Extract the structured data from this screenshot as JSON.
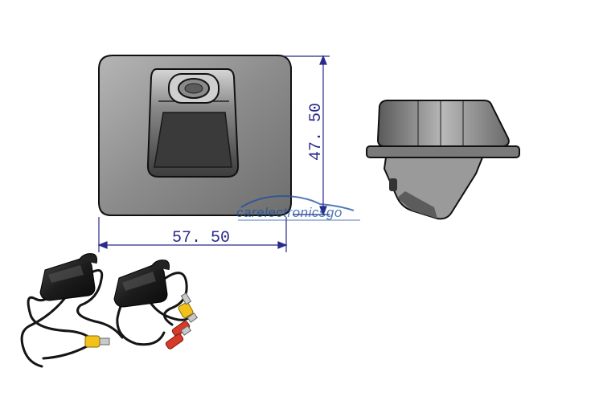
{
  "dimensions": {
    "width": "57. 50",
    "height": "47. 50"
  },
  "watermark": {
    "brand": "carelectronicsgo"
  },
  "colors": {
    "dimension_line": "#2a2a8a",
    "part_fill": "#8f8f8f",
    "watermark": "#1a4fa0",
    "rca_yellow": "#f2c21a",
    "rca_red": "#d83a2a"
  }
}
